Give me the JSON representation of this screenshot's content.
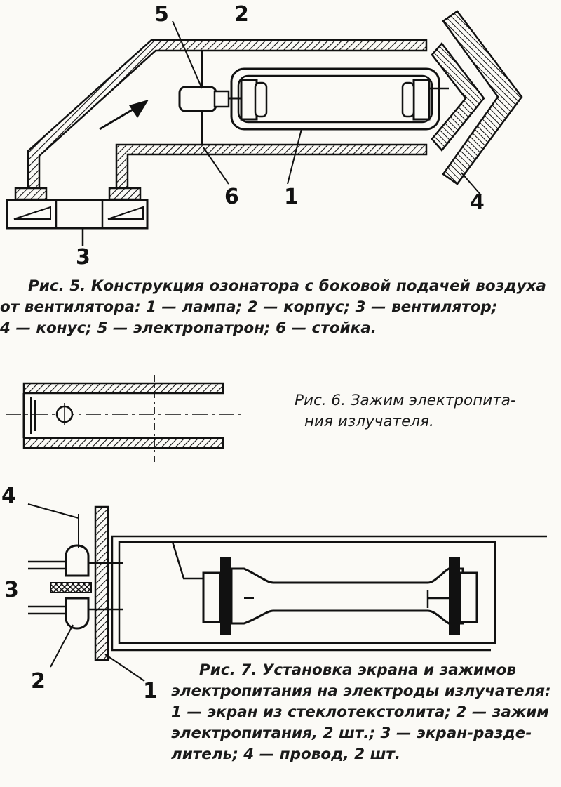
{
  "figure5": {
    "labels": {
      "l1": "1",
      "l2": "2",
      "l3": "3",
      "l4": "4",
      "l5": "5",
      "l6": "6"
    },
    "caption": {
      "line1": "Рис. 5. Конструкция озонатора с боковой подачей воздуха",
      "line2": "от вентилятора: 1 — лампа; 2 — корпус; 3 — вентилятор;",
      "line3": "4 — конус; 5 — электропатрон; 6 — стойка."
    }
  },
  "figure6": {
    "caption": {
      "line1": "Рис. 6. Зажим электропита-",
      "line2": "ния излучателя."
    }
  },
  "figure7": {
    "labels": {
      "l1": "1",
      "l2": "2",
      "l3": "3",
      "l4": "4"
    },
    "caption": {
      "line1": "Рис. 7. Установка экрана и зажимов",
      "line2": "электропитания на электроды излучателя:",
      "line3": "1 — экран из стеклотекстолита; 2 — зажим",
      "line4": "электропитания, 2 шт.; 3 — экран-разде-",
      "line5": "литель; 4 — провод, 2 шт."
    }
  }
}
